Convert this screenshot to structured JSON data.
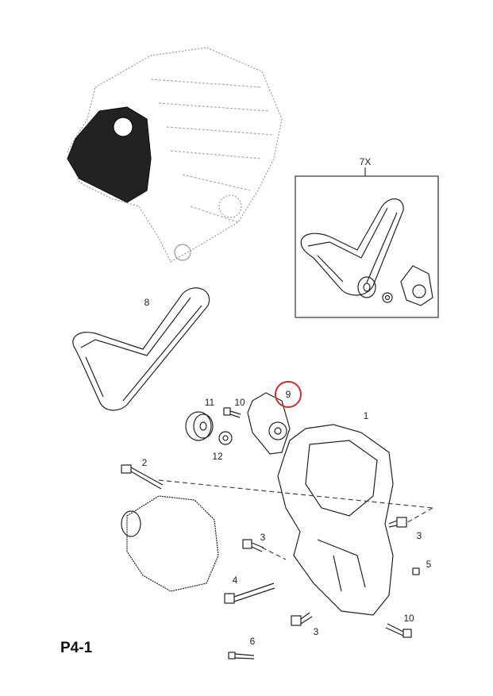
{
  "diagram": {
    "page_code": "P4-1",
    "inset_label": "7X",
    "highlight_color": "#d42a2a",
    "highlighted_part": "9",
    "callouts": {
      "belt": "8",
      "tensioner": "9",
      "pulley": "11",
      "tensioner_bolt": "10",
      "pulley_bolt": "12",
      "bracket": "1",
      "alternator_bolt": "2",
      "bolt_left": "3",
      "bolt_right": "3",
      "long_bolt": "4",
      "dowel": "5",
      "bolt_bottom": "3",
      "bracket_bolt": "10",
      "small_bolt": "6"
    }
  }
}
